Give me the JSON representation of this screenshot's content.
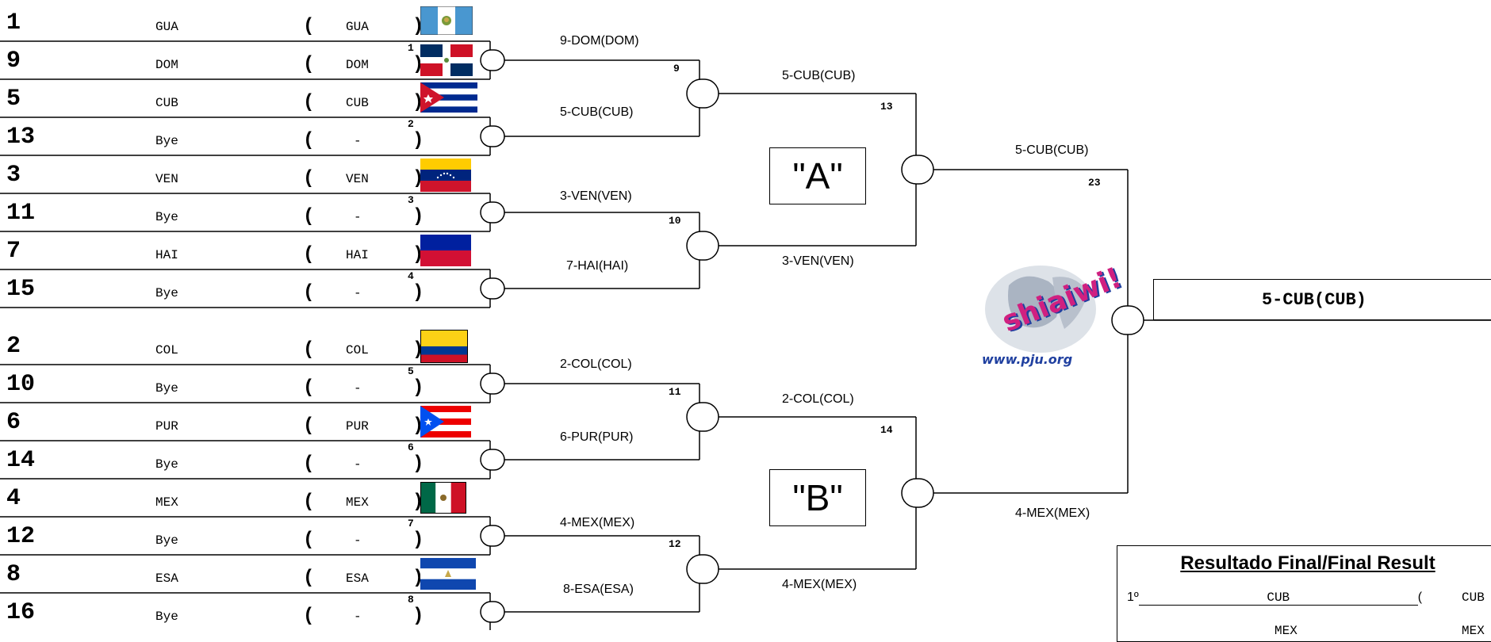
{
  "entries": [
    {
      "seed": "1",
      "name": "GUA",
      "code": "GUA",
      "paren_open": "(",
      "paren_close": ")",
      "flag_icon": "guatemala-flag-icon"
    },
    {
      "seed": "9",
      "name": "DOM",
      "code": "DOM",
      "paren_open": "(",
      "paren_close": ")",
      "flag_icon": "dominican-republic-flag-icon"
    },
    {
      "seed": "5",
      "name": "CUB",
      "code": "CUB",
      "paren_open": "(",
      "paren_close": ")",
      "flag_icon": "cuba-flag-icon"
    },
    {
      "seed": "13",
      "name": "Bye",
      "code": "-",
      "paren_open": "(",
      "paren_close": ")"
    },
    {
      "seed": "3",
      "name": "VEN",
      "code": "VEN",
      "paren_open": "(",
      "paren_close": ")",
      "flag_icon": "venezuela-flag-icon"
    },
    {
      "seed": "11",
      "name": "Bye",
      "code": "-",
      "paren_open": "(",
      "paren_close": ")"
    },
    {
      "seed": "7",
      "name": "HAI",
      "code": "HAI",
      "paren_open": "(",
      "paren_close": ")",
      "flag_icon": "haiti-flag-icon"
    },
    {
      "seed": "15",
      "name": "Bye",
      "code": "-",
      "paren_open": "(",
      "paren_close": ")"
    },
    {
      "seed": "2",
      "name": "COL",
      "code": "COL",
      "paren_open": "(",
      "paren_close": ")",
      "flag_icon": "colombia-flag-icon"
    },
    {
      "seed": "10",
      "name": "Bye",
      "code": "-",
      "paren_open": "(",
      "paren_close": ")"
    },
    {
      "seed": "6",
      "name": "PUR",
      "code": "PUR",
      "paren_open": "(",
      "paren_close": ")",
      "flag_icon": "puerto-rico-flag-icon"
    },
    {
      "seed": "14",
      "name": "Bye",
      "code": "-",
      "paren_open": "(",
      "paren_close": ")"
    },
    {
      "seed": "4",
      "name": "MEX",
      "code": "MEX",
      "paren_open": "(",
      "paren_close": ")",
      "flag_icon": "mexico-flag-icon"
    },
    {
      "seed": "12",
      "name": "Bye",
      "code": "-",
      "paren_open": "(",
      "paren_close": ")"
    },
    {
      "seed": "8",
      "name": "ESA",
      "code": "ESA",
      "paren_open": "(",
      "paren_close": ")",
      "flag_icon": "el-salvador-flag-icon"
    },
    {
      "seed": "16",
      "name": "Bye",
      "code": "-",
      "paren_open": "(",
      "paren_close": ")"
    }
  ],
  "first_round_match_numbers": [
    "1",
    "2",
    "3",
    "4",
    "5",
    "6",
    "7",
    "8"
  ],
  "round1": [
    {
      "top": "9-DOM(DOM)",
      "bottom": "5-CUB(CUB)",
      "number": "9"
    },
    {
      "top": "3-VEN(VEN)",
      "bottom": "7-HAI(HAI)",
      "number": "10"
    },
    {
      "top": "2-COL(COL)",
      "bottom": "6-PUR(PUR)",
      "number": "11"
    },
    {
      "top": "4-MEX(MEX)",
      "bottom": "8-ESA(ESA)",
      "number": "12"
    }
  ],
  "round2": [
    {
      "top": "5-CUB(CUB)",
      "bottom": "3-VEN(VEN)",
      "number": "13"
    },
    {
      "top": "2-COL(COL)",
      "bottom": "4-MEX(MEX)",
      "number": "14"
    }
  ],
  "final": {
    "top": "5-CUB(CUB)",
    "bottom": "4-MEX(MEX)",
    "number": "23"
  },
  "pools": {
    "a": "\"A\"",
    "b": "\"B\""
  },
  "champion": "5-CUB(CUB)",
  "logo": {
    "text": "shiaiwi!",
    "url": "www.pju.org",
    "icon": "judo-throw-logo-icon"
  },
  "final_result": {
    "title": "Resultado Final/Final Result",
    "rows": [
      {
        "place": "1º",
        "name": "CUB",
        "paren": "(",
        "code": "CUB"
      },
      {
        "place": "",
        "name": "MEX",
        "paren": "",
        "code": "MEX"
      }
    ]
  },
  "colors": {
    "line": "#000000",
    "background": "#ffffff"
  }
}
